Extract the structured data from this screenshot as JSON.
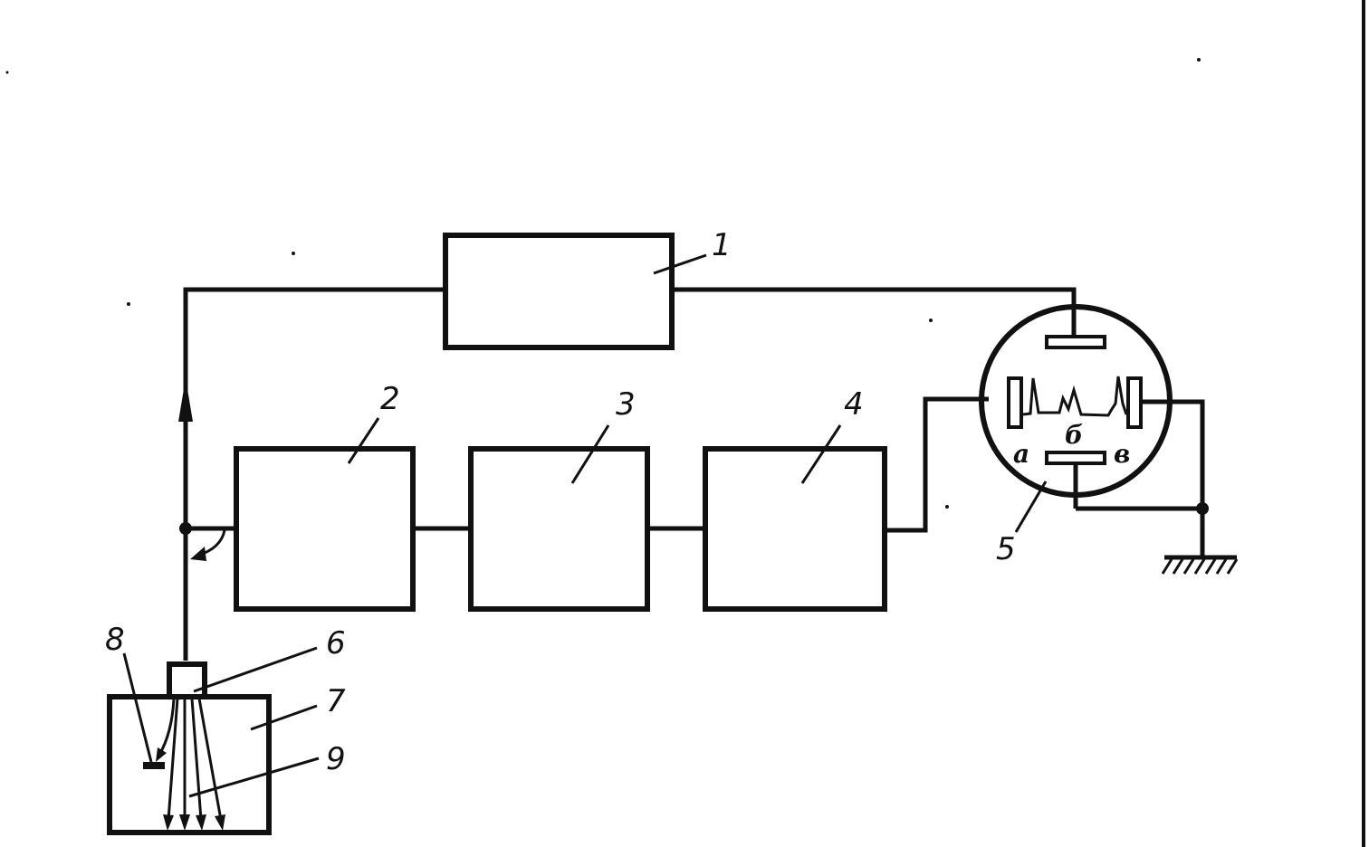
{
  "labels": {
    "block_1": "1",
    "block_2": "2",
    "block_3": "3",
    "block_4": "4",
    "tube_5": "5",
    "probe_6": "6",
    "vessel_7": "7",
    "element_8": "8",
    "rays_9": "9"
  },
  "tube_letters": {
    "a": "а",
    "b": "б",
    "v": "в"
  },
  "colors": {
    "line": "#111111",
    "background": "#ffffff"
  }
}
